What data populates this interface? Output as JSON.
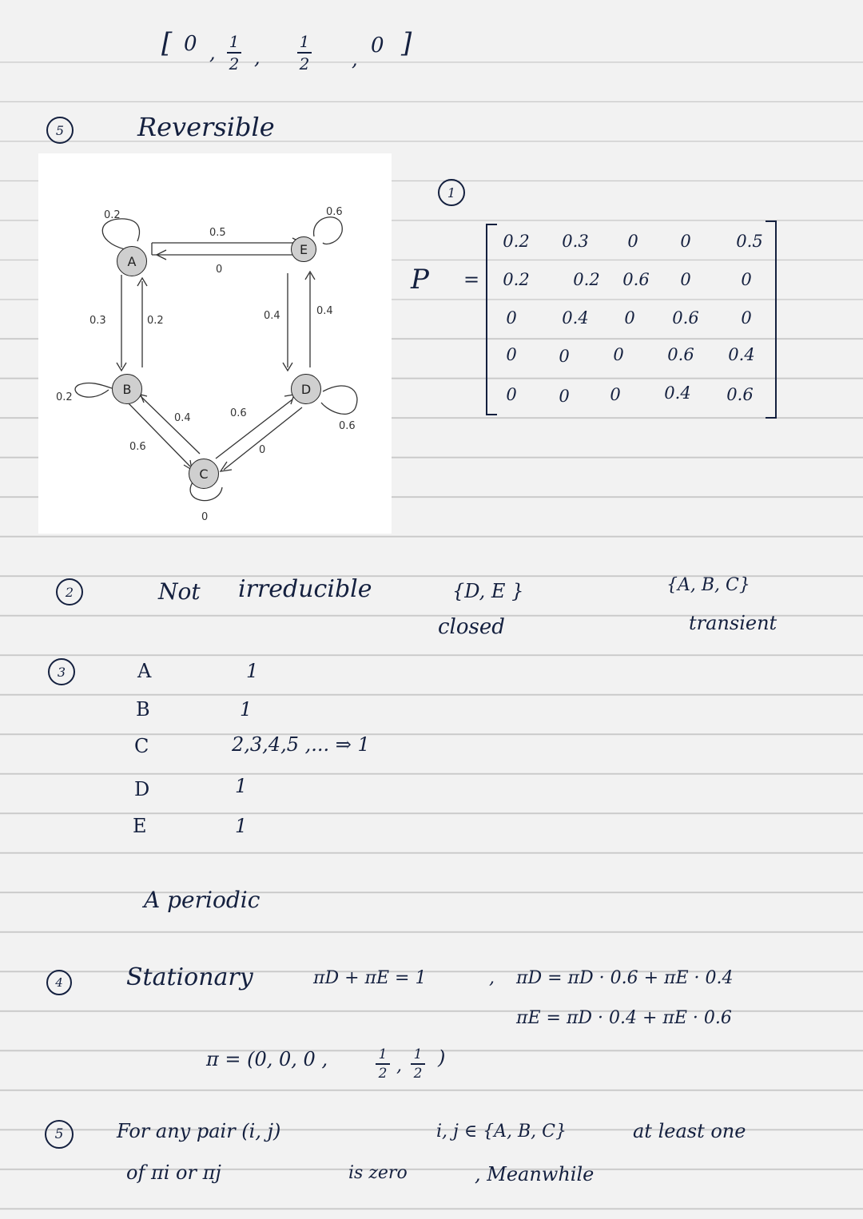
{
  "top_vector": {
    "open": "[",
    "v0": "0",
    "v1_num": "1",
    "v1_den": "2",
    "v2_num": "1",
    "v2_den": "2",
    "v3": "0",
    "close": "]"
  },
  "section5_top": {
    "marker": "5",
    "title": "Reversible"
  },
  "diagram": {
    "nodes": [
      "A",
      "B",
      "C",
      "D",
      "E"
    ],
    "labels": {
      "a_self": "0.2",
      "e_self": "0.6",
      "a_e": "0.5",
      "e_a": "0",
      "a_b": "0.3",
      "b_a": "0.2",
      "e_d": "0.4",
      "d_e": "0.4",
      "b_self": "0.2",
      "b_c": "0.6",
      "c_b": "0.4",
      "c_d": "0.6",
      "d_c": "0",
      "d_self": "0.6",
      "c_self": "0"
    }
  },
  "matrix": {
    "marker": "1",
    "label": "P",
    "equals": "=",
    "rows": [
      [
        "0.2",
        "0.3",
        "0",
        "0",
        "0.5"
      ],
      [
        "0.2",
        "0.2",
        "0.6",
        "0",
        "0"
      ],
      [
        "0",
        "0.4",
        "0",
        "0.6",
        "0"
      ],
      [
        "0",
        "0",
        "0",
        "0.6",
        "0.4"
      ],
      [
        "0",
        "0",
        "0",
        "0.4",
        "0.6"
      ]
    ]
  },
  "section2": {
    "marker": "2",
    "text1": "Not",
    "text2": "irreducible",
    "closed_set": "{D, E }",
    "closed_label": "closed",
    "transient_set": "{A, B, C}",
    "transient_label": "transient"
  },
  "section3": {
    "marker": "3",
    "rows": [
      {
        "state": "A",
        "period": "1"
      },
      {
        "state": "B",
        "period": "1"
      },
      {
        "state": "C",
        "period": "2,3,4,5 ,... ⇒ 1"
      },
      {
        "state": "D",
        "period": "1"
      },
      {
        "state": "E",
        "period": "1"
      }
    ],
    "conclusion": "A periodic"
  },
  "section4": {
    "marker": "4",
    "title": "Stationary",
    "eq1": "πD + πE = 1",
    "eq2": "πD = πD · 0.6 + πE · 0.4",
    "eq3": "πE = πD · 0.4 + πE · 0.6",
    "pi_prefix": "π = (0, 0, 0 ,",
    "pi_num1": "1",
    "pi_den1": "2",
    "pi_num2": "1",
    "pi_den2": "2",
    "pi_suffix": ")"
  },
  "section5": {
    "marker": "5",
    "line1a": "For any pair (i, j)",
    "line1b": "i, j ∈ {A, B, C}",
    "line1c": "at least one",
    "line2a": "of πi or πj",
    "line2b": "is zero",
    "line2c": ", Meanwhile"
  }
}
